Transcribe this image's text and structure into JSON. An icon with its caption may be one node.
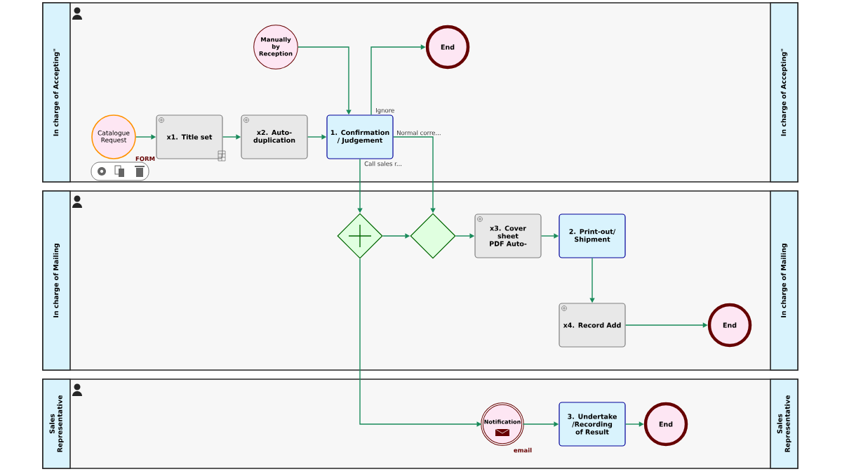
{
  "diagram": {
    "nodes": [
      {
        "text": [
          "In charge of Accepting\"",
          "In charge of Accepting\""
        ]
      },
      {
        "text": [
          "In charge of Mailing",
          "In charge of Mailing"
        ]
      },
      {
        "text": [
          "Sales Representative",
          "Sales Representative"
        ]
      },
      {
        "text": [
          "Catalogue Request"
        ],
        "in": 0,
        "beside": [
          "FORM"
        ]
      },
      {
        "text": [
          "x1. Title set"
        ],
        "in": 0
      },
      {
        "text": [
          "x2. Auto-duplication"
        ],
        "in": 0
      },
      {
        "text": [
          "Manually by Reception"
        ],
        "in": 0
      },
      {
        "text": [
          "1. Confirmation / Judgement"
        ],
        "in": 0
      },
      {
        "text": [
          "End"
        ],
        "in": 0
      },
      {
        "text": [],
        "shape": "diamond",
        "in": 1
      },
      {
        "text": [],
        "shape": "diamond",
        "in": 1
      },
      {
        "text": [
          "x3. Cover sheet PDF Auto-"
        ],
        "in": 1
      },
      {
        "text": [
          "2. Print-out/ Shipment"
        ],
        "in": 1
      },
      {
        "text": [
          "x4. Record Add"
        ],
        "in": 1
      },
      {
        "text": [
          "End"
        ],
        "in": 1
      },
      {
        "text": [
          "Notification"
        ],
        "in": 2,
        "beside": [
          "email"
        ]
      },
      {
        "text": [
          "3. Undertake /Recording of Result"
        ],
        "in": 2
      },
      {
        "text": [
          "End"
        ],
        "in": 2
      }
    ],
    "edges": [
      {
        "from": 3,
        "to": 4,
        "arrow": "to"
      },
      {
        "from": 4,
        "to": 5,
        "arrow": "to"
      },
      {
        "from": 5,
        "to": 7,
        "arrow": "to"
      },
      {
        "from": 6,
        "to": 7,
        "arrow": "to"
      },
      {
        "from": 7,
        "to": 8,
        "arrow": "to",
        "label": "Ignore"
      },
      {
        "from": 7,
        "to": 10,
        "arrow": "to",
        "label": "Normal corre..."
      },
      {
        "from": 7,
        "to": 9,
        "arrow": "to",
        "label": "Call sales r..."
      },
      {
        "from": 9,
        "to": 10,
        "arrow": "to"
      },
      {
        "from": 10,
        "to": 11,
        "arrow": "to"
      },
      {
        "from": 11,
        "to": 12,
        "arrow": "to"
      },
      {
        "from": 12,
        "to": 13,
        "arrow": "to"
      },
      {
        "from": 13,
        "to": 14,
        "arrow": "to"
      },
      {
        "from": 9,
        "to": 15,
        "arrow": "to"
      },
      {
        "from": 15,
        "to": 16,
        "arrow": "to"
      },
      {
        "from": 16,
        "to": 17,
        "arrow": "to"
      }
    ]
  }
}
